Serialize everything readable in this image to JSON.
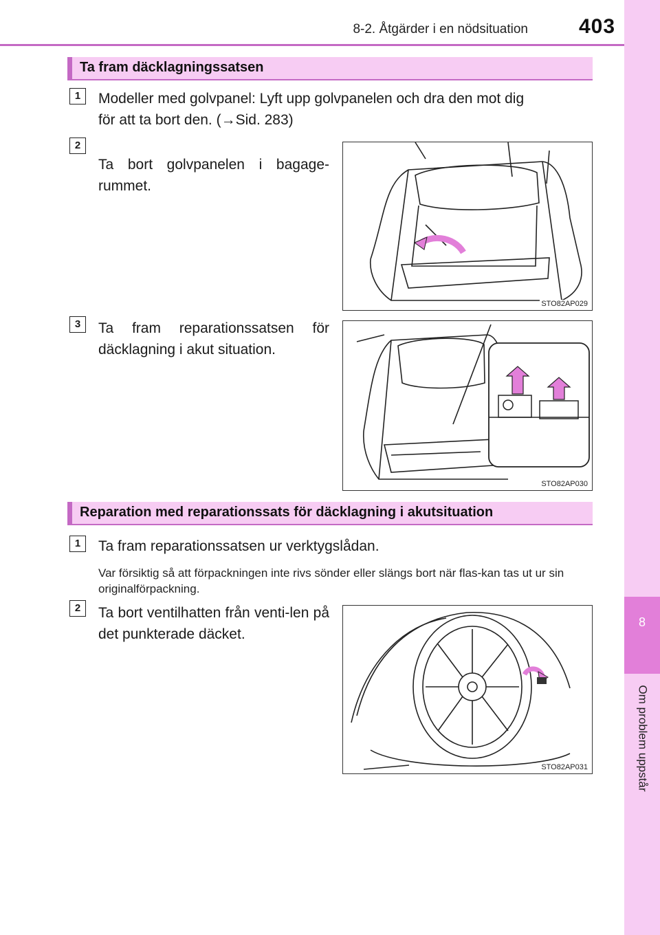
{
  "header": {
    "chapter": "8-2. Åtgärder i en nödsituation",
    "page_number": "403"
  },
  "side_tab": {
    "chapter_number": "8",
    "label": "Om problem uppstår"
  },
  "section1": {
    "title": "Ta fram däcklagningssatsen",
    "steps": [
      {
        "num": "1",
        "text_a": "Modeller med golvpanel: Lyft upp golvpanelen och dra den mot dig",
        "text_b": "för att ta bort den. (→Sid. 283)"
      },
      {
        "num": "2",
        "text": "Ta bort golvpanelen i bagage-rummet.",
        "figure_code": "STO82AP029"
      },
      {
        "num": "3",
        "text": "Ta fram reparationssatsen för däcklagning i akut situation.",
        "figure_code": "STO82AP030"
      }
    ]
  },
  "section2": {
    "title": "Reparation med reparationssats för däcklagning i akutsituation",
    "steps": [
      {
        "num": "1",
        "text": "Ta fram reparationssatsen ur verktygslådan.",
        "note": "Var försiktig så att förpackningen inte rivs sönder eller slängs bort när flas-kan tas ut ur sin originalförpackning."
      },
      {
        "num": "2",
        "text": "Ta bort ventilhatten från venti-len på det punkterade däcket.",
        "figure_code": "STO82AP031"
      }
    ]
  },
  "colors": {
    "accent": "#c469c4",
    "tab_light": "#f7ccf3",
    "tab_dark": "#e27fd9"
  }
}
